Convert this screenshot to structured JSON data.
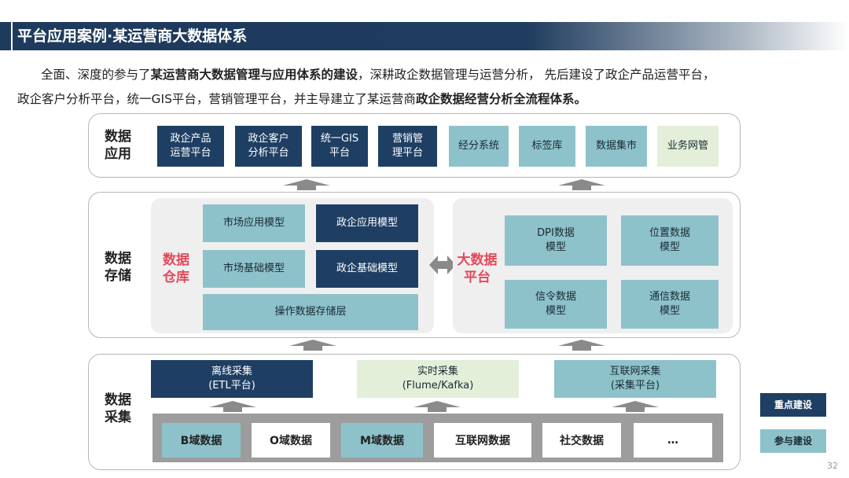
{
  "title": "平台应用案例·某运营商大数据体系",
  "intro": {
    "line1_a": "全面、深度的参与了",
    "line1_b": "某运营商大数据管理与应用体系的建设",
    "line1_c": "，深耕政企数据管理与运营分析， 先后建设了政企产品运营平台，",
    "line2_a": "政企客户分析平台，统一GIS平台，营销管理平台，并主导建立了某运营商",
    "line2_b": "政企数据经营分析全流程体系。"
  },
  "layers": {
    "app": {
      "label_1": "数据",
      "label_2": "应用",
      "items": [
        {
          "l1": "政企产品",
          "l2": "运营平台"
        },
        {
          "l1": "政企客户",
          "l2": "分析平台"
        },
        {
          "l1": "统一GIS",
          "l2": "平台"
        },
        {
          "l1": "营销管",
          "l2": "理平台"
        },
        {
          "l1": "经分系统",
          "l2": ""
        },
        {
          "l1": "标签库",
          "l2": ""
        },
        {
          "l1": "数据集市",
          "l2": ""
        },
        {
          "l1": "业务网管",
          "l2": ""
        }
      ]
    },
    "storage": {
      "label_1": "数据",
      "label_2": "存储",
      "warehouse_label_1": "数据",
      "warehouse_label_2": "仓库",
      "warehouse": {
        "market_app": "市场应用模型",
        "gov_app": "政企应用模型",
        "market_base": "市场基础模型",
        "gov_base": "政企基础模型",
        "ods": "操作数据存储层"
      },
      "bigdata_label_1": "大数据",
      "bigdata_label_2": "平台",
      "bigdata": [
        {
          "l1": "DPI数据",
          "l2": "模型"
        },
        {
          "l1": "位置数据",
          "l2": "模型"
        },
        {
          "l1": "信令数据",
          "l2": "模型"
        },
        {
          "l1": "通信数据",
          "l2": "模型"
        }
      ]
    },
    "collect": {
      "label_1": "数据",
      "label_2": "采集",
      "methods": [
        {
          "l1": "离线采集",
          "l2": "(ETL平台)"
        },
        {
          "l1": "实时采集",
          "l2": "(Flume/Kafka)"
        },
        {
          "l1": "互联网采集",
          "l2": "(采集平台)"
        }
      ],
      "sources": [
        "B域数据",
        "O域数据",
        "M域数据",
        "互联网数据",
        "社交数据",
        "…"
      ]
    }
  },
  "legend": {
    "key": "重点建设",
    "participate": "参与建设"
  },
  "page_number": "32",
  "colors": {
    "dark": "#1e3f63",
    "teal": "#8ec2cb",
    "green": "#e3efd9",
    "red": "#e24a5a"
  }
}
